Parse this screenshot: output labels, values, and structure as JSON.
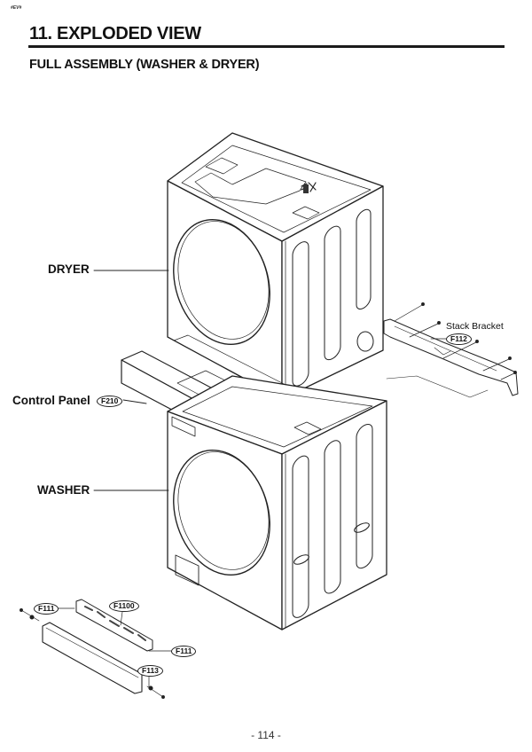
{
  "header": {
    "tag": "#EV#",
    "title": "11. EXPLODED VIEW",
    "subtitle": "FULL ASSEMBLY (WASHER & DRYER)"
  },
  "callouts": {
    "dryer": "DRYER",
    "control_panel": "Control Panel",
    "control_panel_code": "F210",
    "washer": "WASHER",
    "stack_bracket": "Stack Bracket",
    "stack_bracket_code": "F112",
    "kick_plate_left_code": "F111",
    "kick_plate_right_code": "F111",
    "pcb_code": "F1100",
    "screw_code": "F113"
  },
  "footer": {
    "page_number": "- 114 -"
  }
}
